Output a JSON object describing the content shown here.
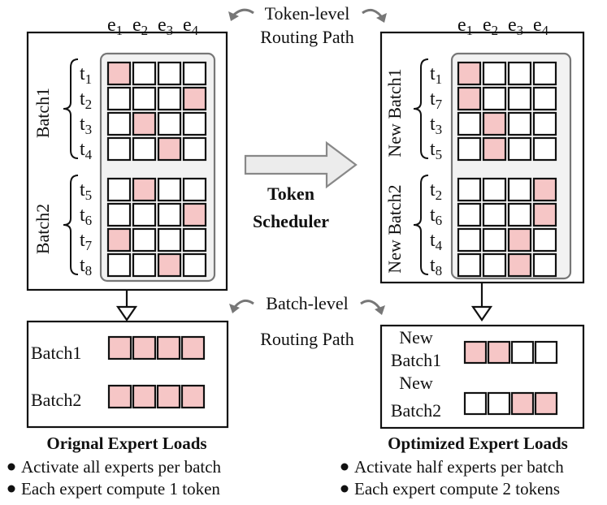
{
  "colors": {
    "active": "#f6c6c6",
    "inner_bg": "#f2f2f2",
    "arrow_fill": "#ececec",
    "accent_stroke": "#777777"
  },
  "experts": [
    "e1",
    "e2",
    "e3",
    "e4"
  ],
  "top_label": "Token-level\nRouting Path",
  "mid_label": "Batch-level\nRouting Path",
  "scheduler_label": "Token\nScheduler",
  "original": {
    "batches": [
      {
        "name": "Batch1",
        "tokens": [
          "t1",
          "t2",
          "t3",
          "t4"
        ],
        "active_expert": [
          1,
          4,
          2,
          3
        ]
      },
      {
        "name": "Batch2",
        "tokens": [
          "t5",
          "t6",
          "t7",
          "t8"
        ],
        "active_expert": [
          2,
          4,
          1,
          3
        ]
      }
    ],
    "loads": [
      {
        "name": "Batch1",
        "cells": [
          true,
          true,
          true,
          true
        ]
      },
      {
        "name": "Batch2",
        "cells": [
          true,
          true,
          true,
          true
        ]
      }
    ],
    "title": "Orignal Expert Loads",
    "bullets": [
      "Activate all experts per batch",
      "Each expert compute 1 token"
    ]
  },
  "optimized": {
    "batches": [
      {
        "name": "New Batch1",
        "tokens": [
          "t1",
          "t7",
          "t3",
          "t5"
        ],
        "active_expert": [
          1,
          1,
          2,
          2
        ]
      },
      {
        "name": "New Batch2",
        "tokens": [
          "t2",
          "t6",
          "t4",
          "t8"
        ],
        "active_expert": [
          4,
          4,
          3,
          3
        ]
      }
    ],
    "loads": [
      {
        "name": "New\nBatch1",
        "cells": [
          true,
          true,
          false,
          false
        ]
      },
      {
        "name": "New\nBatch2",
        "cells": [
          false,
          false,
          true,
          true
        ]
      }
    ],
    "title": "Optimized Expert Loads",
    "bullets": [
      "Activate half experts per batch",
      "Each expert compute 2 tokens"
    ]
  }
}
